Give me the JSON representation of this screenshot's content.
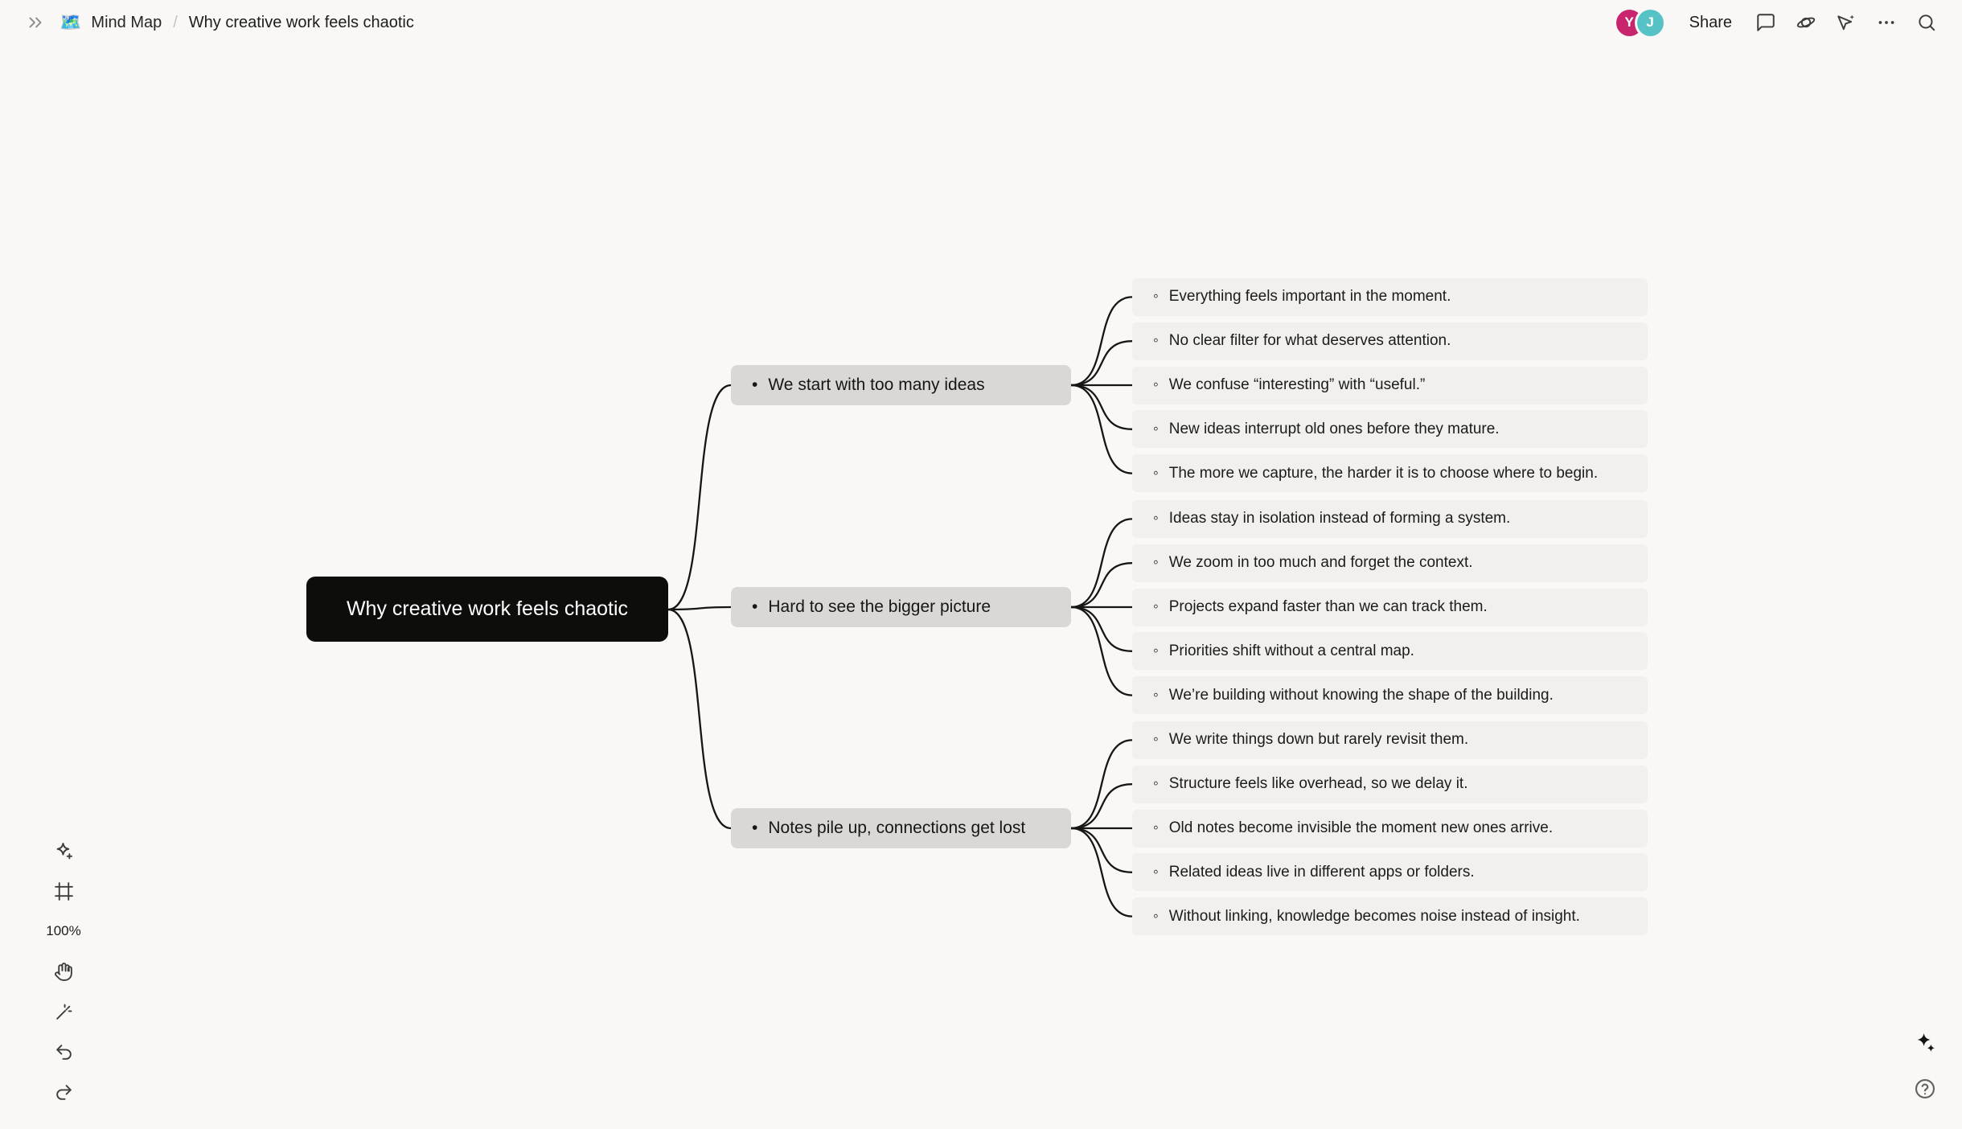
{
  "topbar": {
    "breadcrumb": {
      "app_icon": "🗺️",
      "parent": "Mind Map",
      "separator": "/",
      "title": "Why creative work feels chaotic"
    },
    "share_label": "Share",
    "avatars": [
      {
        "initial": "Y",
        "color": "#c9256f"
      },
      {
        "initial": "J",
        "color": "#56c2c5"
      }
    ]
  },
  "toolbar": {
    "zoom_level": "100%"
  },
  "mindmap": {
    "root": "Why creative work feels chaotic",
    "branch_bullet": "•",
    "leaf_bullet": "◦",
    "branches": [
      {
        "label": "We start with too many ideas",
        "children": [
          "Everything feels important in the moment.",
          "No clear filter for what deserves attention.",
          "We confuse “interesting” with “useful.”",
          "New ideas interrupt old ones before they mature.",
          "The more we capture, the harder it is to choose where to begin."
        ]
      },
      {
        "label": "Hard to see the bigger picture",
        "children": [
          "Ideas stay in isolation instead of forming a system.",
          "We zoom in too much and forget the context.",
          "Projects expand faster than we can track them.",
          "Priorities shift without a central map.",
          "We’re building without knowing the shape of the building."
        ]
      },
      {
        "label": "Notes pile up, connections get lost",
        "children": [
          "We write things down but rarely revisit them.",
          "Structure feels like overhead, so we delay it.",
          "Old notes become invisible the moment new ones arrive.",
          "Related ideas live in different apps or folders.",
          "Without linking, knowledge becomes noise instead of insight."
        ]
      }
    ]
  }
}
